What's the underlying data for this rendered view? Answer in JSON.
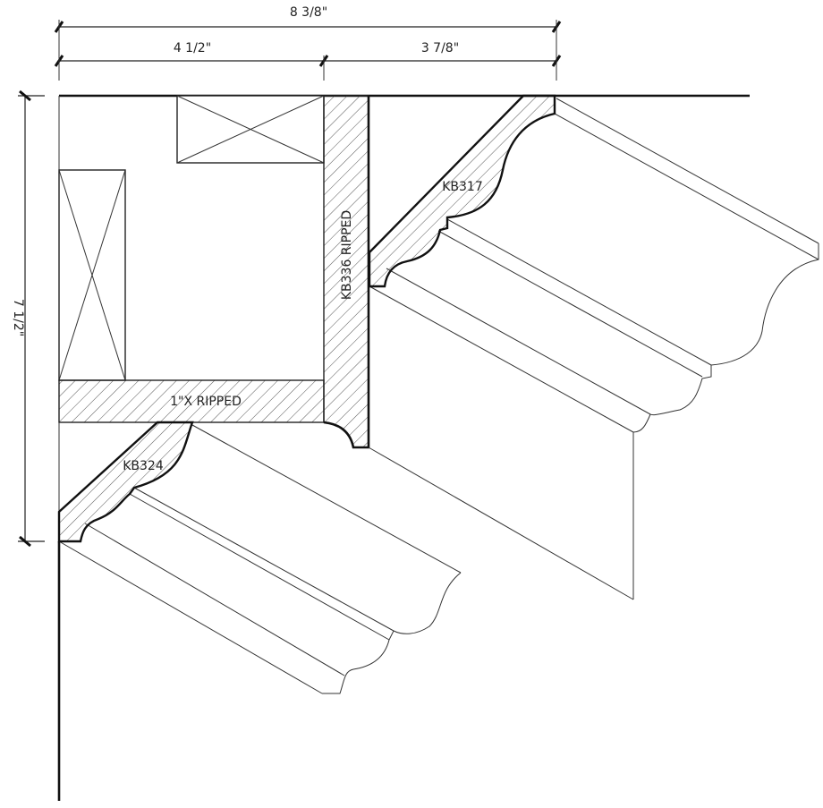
{
  "dimensions": {
    "overall_width": "8 3/8\"",
    "left_width": "4 1/2\"",
    "right_width": "3 7/8\"",
    "height": "7 1/2\""
  },
  "labels": {
    "upper_crown": "KB317",
    "vertical_strip": "KB336 RIPPED",
    "horizontal_band": "1\"X RIPPED",
    "lower_crown": "KB324"
  }
}
